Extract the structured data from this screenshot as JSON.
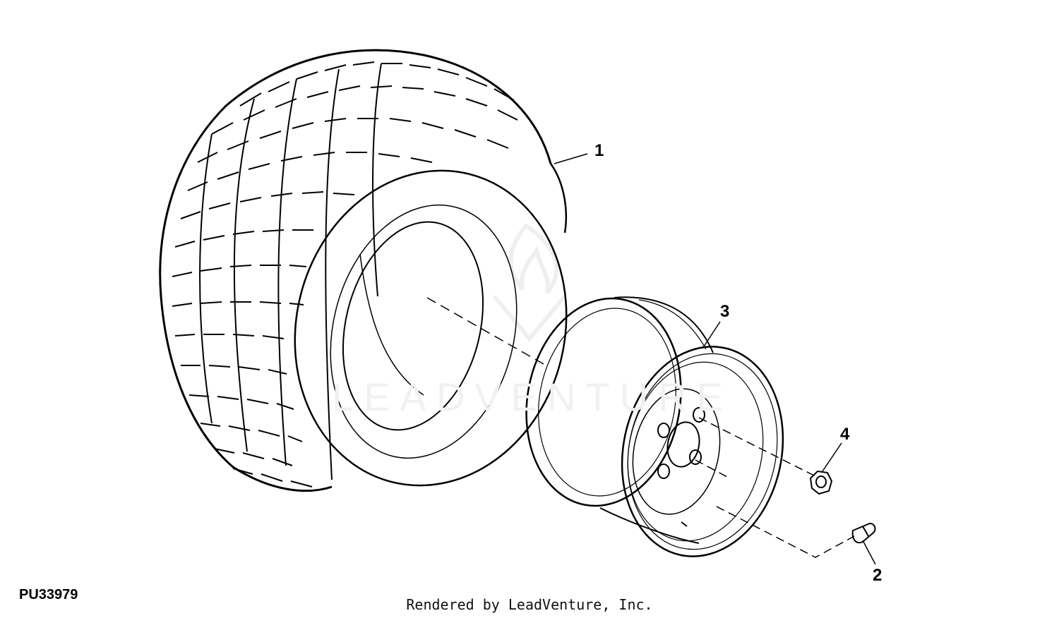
{
  "diagram": {
    "figure_id": "PU33979",
    "credit": "Rendered by LeadVenture, Inc.",
    "watermark": "LEADVENTURE",
    "callouts": [
      {
        "key": "tire",
        "label": "1"
      },
      {
        "key": "valve-stem",
        "label": "2"
      },
      {
        "key": "wheel-rim",
        "label": "3"
      },
      {
        "key": "lug-nut",
        "label": "4"
      }
    ]
  },
  "colors": {
    "line": "#000000",
    "background": "#ffffff",
    "watermark": "#f1f1f1"
  },
  "icons": {
    "watermark_logo": "flame-logo-icon"
  }
}
